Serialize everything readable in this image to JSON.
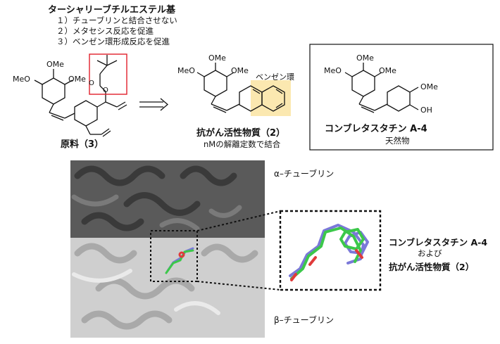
{
  "header": {
    "title": "ターシャリーブチルエステル基",
    "points": [
      "１）チューブリンと結合させない",
      "２）メタセシス反応を促進",
      "３）ベンゼン環形成反応を促進"
    ]
  },
  "compounds": {
    "raw": {
      "label": "原料（3）",
      "groups": [
        "OMe",
        "MeO",
        "OMe"
      ]
    },
    "active": {
      "label": "抗がん活性物質（2）",
      "note": "nMの解離定数で結合",
      "ring_label": "ベンゼン環",
      "groups": [
        "OMe",
        "MeO",
        "OMe"
      ]
    },
    "natural": {
      "label": "コンブレタスタチン A-4",
      "note": "天然物",
      "groups": [
        "OMe",
        "MeO",
        "OMe",
        "OMe",
        "OH"
      ]
    }
  },
  "protein": {
    "alpha_label": "α–チューブリン",
    "beta_label": "β–チューブリン"
  },
  "zoom_legend": {
    "line1": "コンブレタスタチン A-4",
    "line2": "および",
    "line3": "抗がん活性物質（2）"
  },
  "colors": {
    "highlight_box": "#e0202a",
    "benzene_highlight": "#fbe8b0",
    "ligand_green": "#3cc84a",
    "ligand_purple": "#7a78d8",
    "ligand_red": "#e03a3a"
  }
}
